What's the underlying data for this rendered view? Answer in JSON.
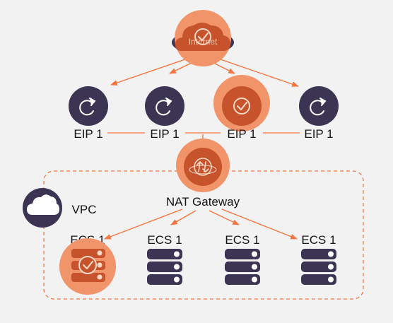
{
  "colors": {
    "background": "#f2f2f3",
    "accent_orange": "#f4753f",
    "highlight_orange": "#f2946a",
    "highlight_dark": "#c6532c",
    "node_purple": "#3b3553",
    "vpc_border": "#f07a45"
  },
  "internet": {
    "label": "Internet",
    "icon": "cloud-check-icon"
  },
  "eips": [
    {
      "label": "EIP 1",
      "icon": "eip-plug-icon",
      "highlighted": false
    },
    {
      "label": "EIP 1",
      "icon": "eip-plug-icon",
      "highlighted": false
    },
    {
      "label": "EIP 1",
      "icon": "check-icon",
      "highlighted": true
    },
    {
      "label": "EIP 1",
      "icon": "eip-plug-icon",
      "highlighted": false
    }
  ],
  "nat": {
    "label": "NAT Gateway",
    "icon": "nat-gateway-icon"
  },
  "vpc": {
    "label": "VPC",
    "icon": "cloud-icon"
  },
  "ecs": [
    {
      "label": "ECS 1",
      "icon": "server-check-icon",
      "highlighted": true
    },
    {
      "label": "ECS 1",
      "icon": "server-icon",
      "highlighted": false
    },
    {
      "label": "ECS 1",
      "icon": "server-icon",
      "highlighted": false
    },
    {
      "label": "ECS 1",
      "icon": "server-icon",
      "highlighted": false
    }
  ]
}
